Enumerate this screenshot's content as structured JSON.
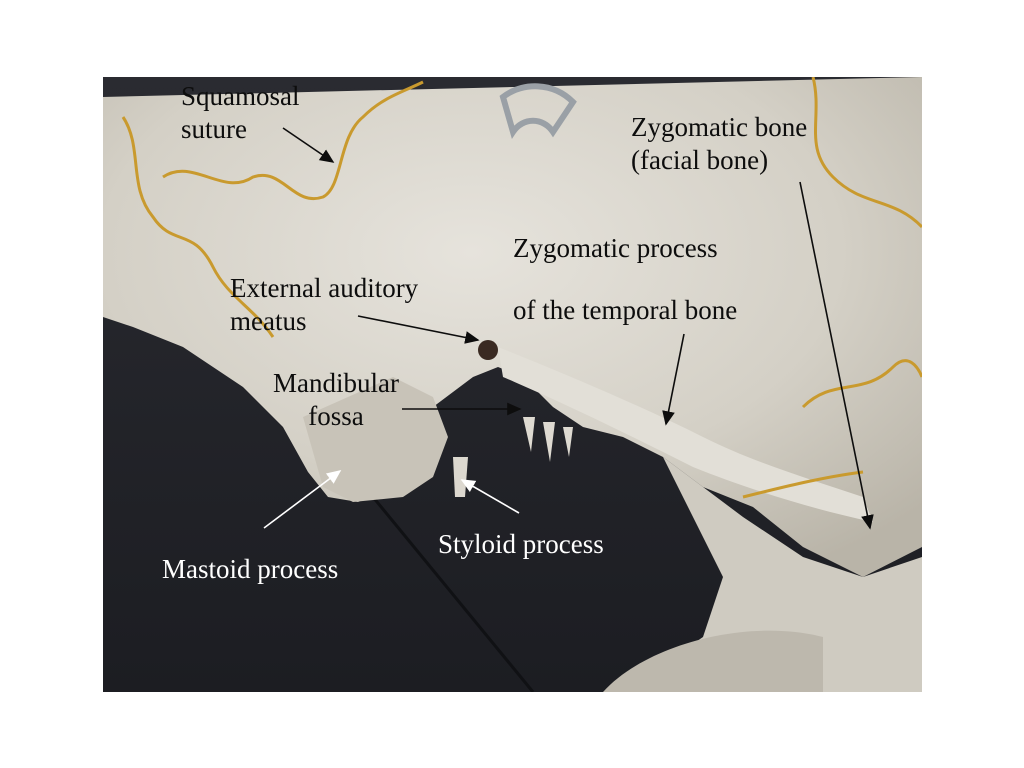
{
  "labels": {
    "squamosal_suture": [
      "Squamosal",
      "suture"
    ],
    "zygomatic_bone": [
      "Zygomatic bone",
      "(facial bone)"
    ],
    "zygomatic_process": [
      "Zygomatic process",
      "of the temporal bone"
    ],
    "external_auditory_meatus": [
      "External auditory",
      "meatus"
    ],
    "mandibular_fossa": [
      "Mandibular",
      "fossa"
    ],
    "styloid_process": "Styloid process",
    "mastoid_process": "Mastoid process"
  },
  "colors": {
    "background": "#ffffff",
    "photo_dark": "#23242a",
    "bone": "#d8d5cc",
    "suture": "#c99a2e",
    "label_dark": "#0d0d0d",
    "label_light": "#ffffff"
  }
}
